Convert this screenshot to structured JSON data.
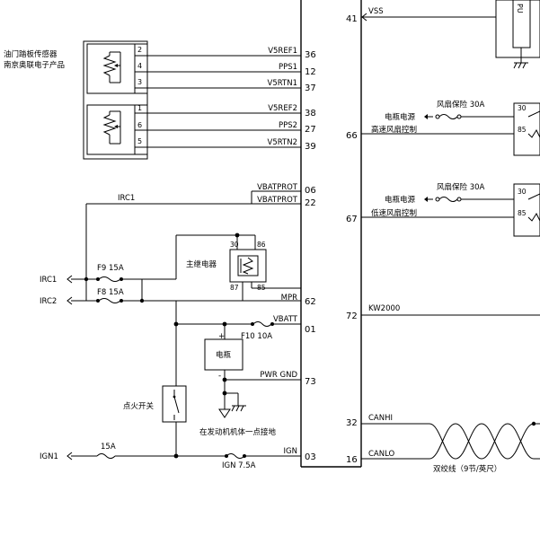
{
  "ecu_pins": {
    "p41": "41",
    "p36": "36",
    "p12": "12",
    "p37": "37",
    "p38": "38",
    "p27": "27",
    "p39": "39",
    "p66": "66",
    "p06": "06",
    "p22": "22",
    "p67": "67",
    "p62": "62",
    "p72": "72",
    "p01": "01",
    "p73": "73",
    "p32": "32",
    "p03": "03",
    "p16": "16"
  },
  "signals": {
    "vss": "VSS",
    "v5ref1": "V5REF1",
    "pps1": "PPS1",
    "v5rtn1": "V5RTN1",
    "v5ref2": "V5REF2",
    "pps2": "PPS2",
    "v5rtn2": "V5RTN2",
    "vbatprot1": "VBATPROT",
    "vbatprot2": "VBATPROT",
    "mpr": "MPR",
    "vbatt": "VBATT",
    "pwr_gnd": "PWR GND",
    "ign": "IGN",
    "kw2000": "KW2000",
    "canhi": "CANHI",
    "canlo": "CANLO",
    "irc1": "IRC1",
    "irc2": "IRC2",
    "ign1": "IGN1",
    "irc1_top": "IRC1"
  },
  "sensor": {
    "name": "油门踏板传感器",
    "maker": "南京奥联电子产品",
    "pins": [
      "2",
      "4",
      "3",
      "1",
      "6",
      "5"
    ]
  },
  "relay": {
    "label": "主继电器",
    "pins": [
      "30",
      "86",
      "87",
      "85"
    ]
  },
  "battery": {
    "label": "电瓶",
    "plus": "+",
    "minus": "-"
  },
  "ignition_switch": {
    "label": "点火开关"
  },
  "ground_note": "在发动机机体一点接地",
  "fuses": {
    "f9": "F9 15A",
    "f8": "F8 15A",
    "f10": "F10 10A",
    "ign_fuse": "IGN 7.5A",
    "ign1_fuse": "15A"
  },
  "fan_high": {
    "fuse": "风扇保险 30A",
    "power": "电瓶电源",
    "control": "高速风扇控制",
    "pins": [
      "30",
      "85"
    ]
  },
  "fan_low": {
    "fuse": "风扇保险 30A",
    "power": "电瓶电源",
    "control": "低速风扇控制",
    "pins": [
      "30",
      "85"
    ]
  },
  "twisted_pair": "双绞线（9节/英尺）",
  "top_device": {
    "label": "PU"
  }
}
